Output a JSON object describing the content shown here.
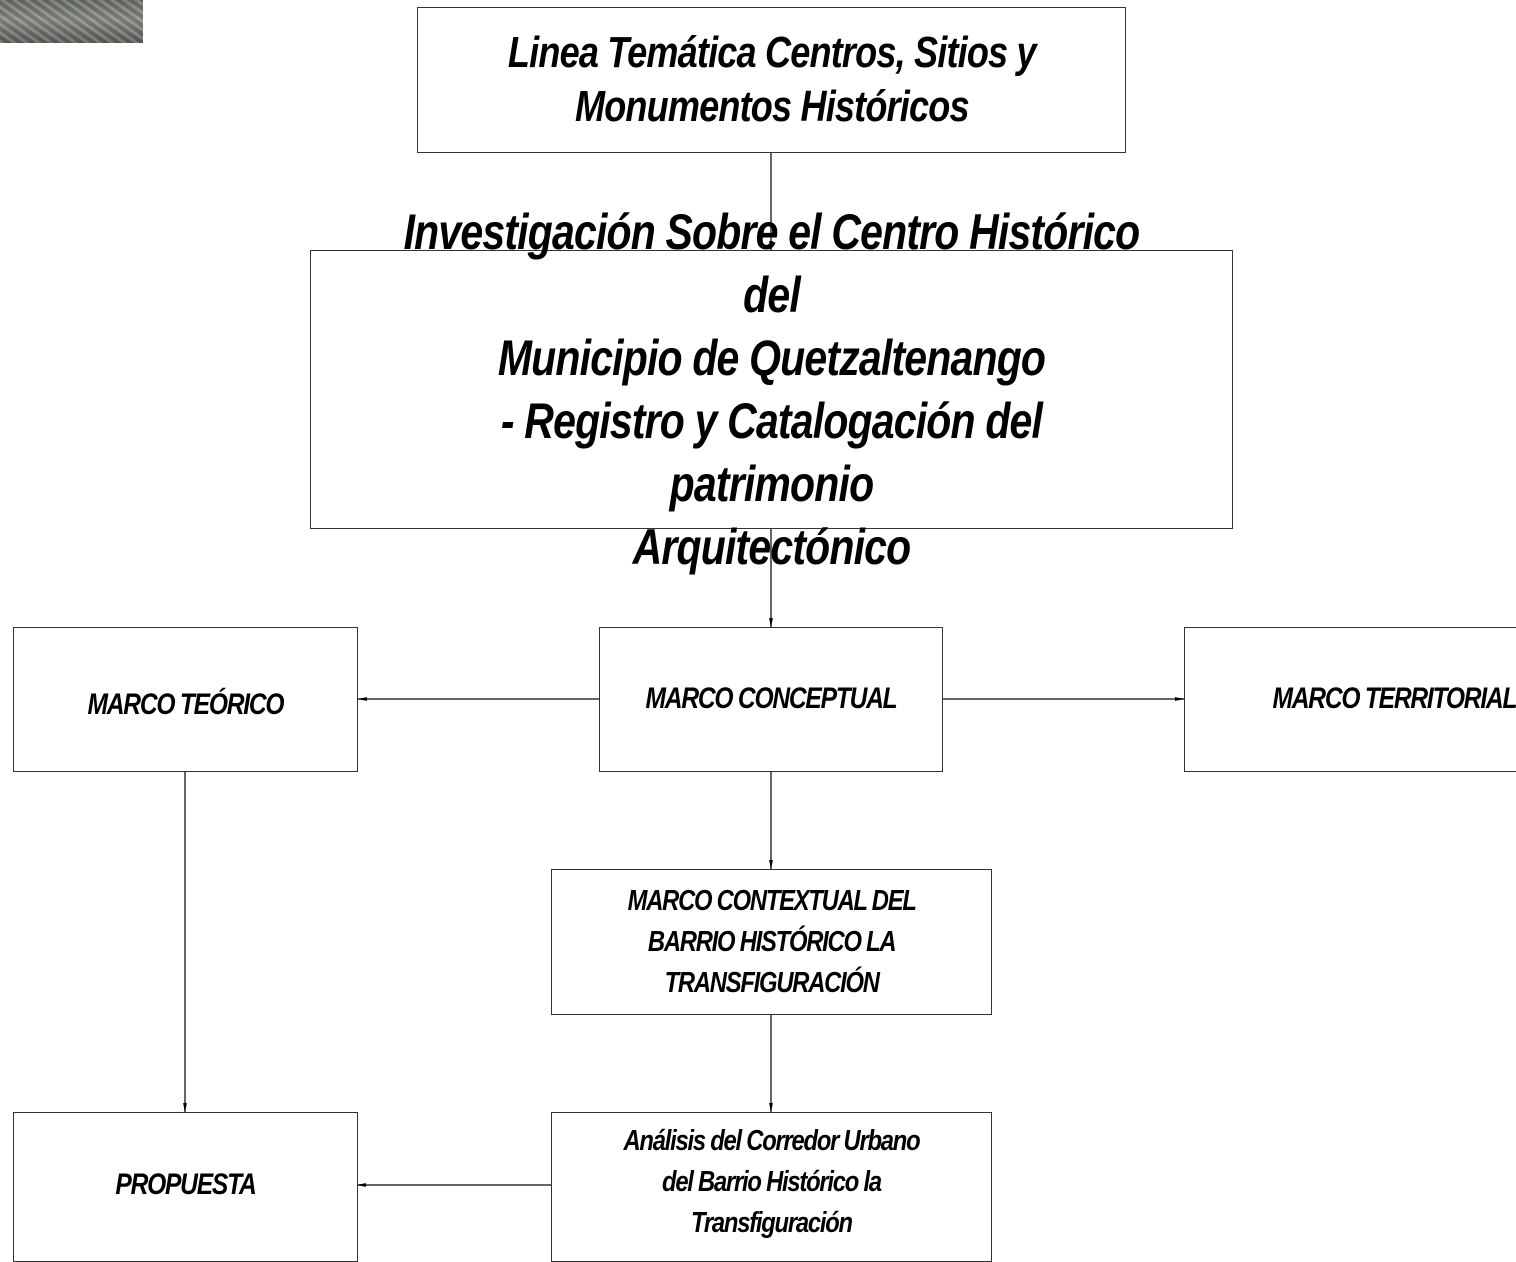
{
  "colors": {
    "line": "#333333",
    "text": "#000000",
    "background": "#ffffff"
  },
  "nodes": {
    "linea_tematica": "Linea Temática Centros, Sitios y\nMonumentos Históricos",
    "investigacion": "Investigación Sobre el Centro Histórico del\nMunicipio de Quetzaltenango\n- Registro y Catalogación del patrimonio\nArquitectónico",
    "marco_teorico": "MARCO TEÓRICO",
    "marco_conceptual": "MARCO CONCEPTUAL",
    "marco_territorial": "MARCO TERRITORIAL",
    "marco_contextual": "MARCO CONTEXTUAL DEL\nBARRIO HISTÓRICO LA\nTRANSFIGURACIÓN",
    "analisis": "Análisis del Corredor Urbano\ndel Barrio Histórico la\nTransfiguración",
    "propuesta": "PROPUESTA"
  }
}
